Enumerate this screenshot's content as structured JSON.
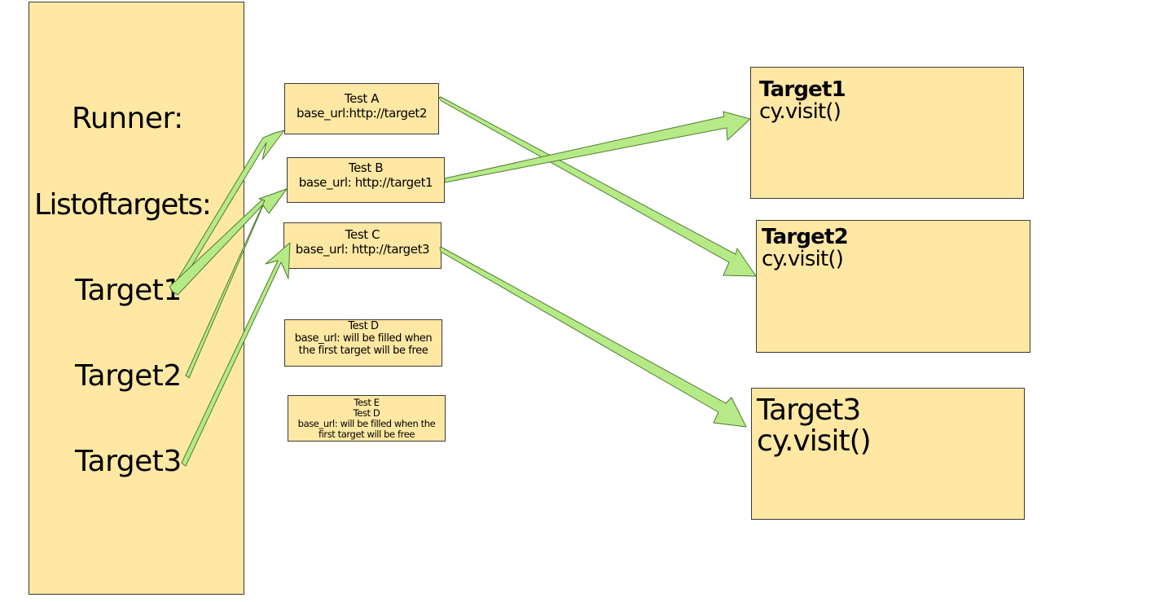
{
  "runner": {
    "title": "Runner:",
    "list_label": "Listoftargets:",
    "targets": [
      "Target1",
      "Target2",
      "Target3"
    ]
  },
  "tests": [
    {
      "name": "Test A",
      "lines": [
        "base_url:http://target2"
      ]
    },
    {
      "name": "Test B",
      "lines": [
        "base_url: http://target1"
      ]
    },
    {
      "name": "Test C",
      "lines": [
        "base_url: http://target3"
      ]
    },
    {
      "name": "Test D",
      "lines": [
        "base_url: will be filled when",
        "the first target will be  free"
      ]
    },
    {
      "name": "Test E",
      "lines": [
        "Test D",
        "base_url: will be filled when the",
        "first target will be  free"
      ]
    }
  ],
  "targets": [
    {
      "name": "Target1",
      "call": "cy.visit()"
    },
    {
      "name": "Target2",
      "call": "cy.visit()"
    },
    {
      "name": "Target3",
      "call": "cy.visit()"
    }
  ],
  "colors": {
    "box_fill": "#ffe8a3",
    "box_border": "#3a3a3a",
    "arrow_fill": "#b6ea86",
    "arrow_stroke": "#4f7b32"
  }
}
